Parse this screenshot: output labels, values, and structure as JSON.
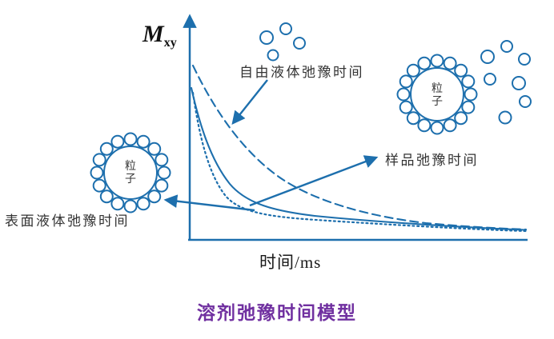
{
  "title": "溶剂弛豫时间模型",
  "axes": {
    "y_label_main": "M",
    "y_label_sub": "xy",
    "x_label": "时间/ms"
  },
  "annotations": {
    "free_liquid": "自由液体弛豫时间",
    "sample": "样品弛豫时间",
    "surface_liquid": "表面液体弛豫时间"
  },
  "particle": {
    "char1": "粒",
    "char2": "子"
  },
  "colors": {
    "accent": "#1d6fad",
    "title": "#7030a0",
    "text": "#333333"
  },
  "chart_data": {
    "type": "line",
    "title": "溶剂弛豫时间模型",
    "xlabel": "时间/ms",
    "ylabel": "Mxy",
    "axis_ticks": "none (qualitative sketch)",
    "series": [
      {
        "name": "自由液体弛豫时间",
        "style": "dashed",
        "decay": "slowest exponential decay"
      },
      {
        "name": "样品弛豫时间",
        "style": "solid",
        "decay": "intermediate exponential decay"
      },
      {
        "name": "表面液体弛豫时间",
        "style": "dotted",
        "decay": "fastest exponential decay"
      }
    ],
    "legend_position": "inline arrows to curves"
  }
}
